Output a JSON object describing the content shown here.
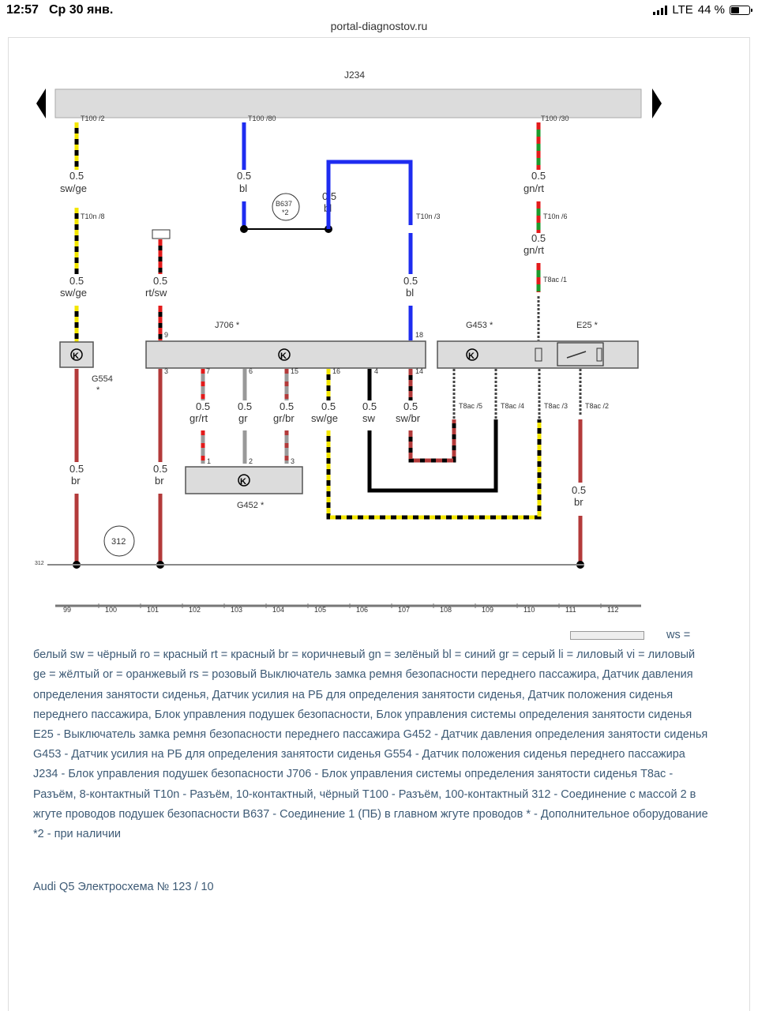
{
  "status_bar": {
    "time": "12:57",
    "date": "Ср 30 янв.",
    "network": "LTE",
    "battery": "44 %"
  },
  "browser": {
    "url": "portal-diagnostov.ru"
  },
  "diagram": {
    "top_unit": "J234",
    "connectors": {
      "t100_2": "T100 /2",
      "t100_80": "T100 /80",
      "t100_30": "T100 /30",
      "t10n_8": "T10n /8",
      "t10n_3": "T10n /3",
      "t10n_6": "T10n /6",
      "t8ac_1": "T8ac /1",
      "t8ac_5": "T8ac /5",
      "t8ac_4": "T8ac /4",
      "t8ac_3": "T8ac /3",
      "t8ac_2": "T8ac /2"
    },
    "wires": {
      "sw_ge_top": [
        "0.5",
        "sw/ge"
      ],
      "bl_top": [
        "0.5",
        "bl"
      ],
      "bl_mid": [
        "0.5",
        "bl"
      ],
      "gn_rt_top": [
        "0.5",
        "gn/rt"
      ],
      "gn_rt_mid": [
        "0.5",
        "gn/rt"
      ],
      "sw_ge_mid": [
        "0.5",
        "sw/ge"
      ],
      "rt_sw": [
        "0.5",
        "rt/sw"
      ],
      "bl_low": [
        "0.5",
        "bl"
      ],
      "gr_rt": [
        "0.5",
        "gr/rt"
      ],
      "gr": [
        "0.5",
        "gr"
      ],
      "gr_br": [
        "0.5",
        "gr/br"
      ],
      "sw_ge_low": [
        "0.5",
        "sw/ge"
      ],
      "sw": [
        "0.5",
        "sw"
      ],
      "sw_br": [
        "0.5",
        "sw/br"
      ],
      "br_1": [
        "0.5",
        "br"
      ],
      "br_2": [
        "0.5",
        "br"
      ],
      "br_3": [
        "0.5",
        "br"
      ]
    },
    "splice": [
      "B637",
      "*2"
    ],
    "modules": {
      "j706": "J706 *",
      "g453": "G453 *",
      "e25": "E25 *",
      "g554": "G554",
      "g554_star": "*",
      "g452": "G452 *"
    },
    "k_symbol": "K",
    "pins": {
      "p9": "9",
      "p18": "18",
      "p3": "3",
      "p7": "7",
      "p6": "6",
      "p15": "15",
      "p16": "16",
      "p4": "4",
      "p14": "14",
      "p1": "1",
      "p2": "2",
      "p3b": "3"
    },
    "ground_circle": "312",
    "ground_label": "312",
    "grid_numbers": [
      "99",
      "100",
      "101",
      "102",
      "103",
      "104",
      "105",
      "106",
      "107",
      "108",
      "109",
      "110",
      "111",
      "112"
    ]
  },
  "legend": {
    "text": "ws = белый sw = чёрный ro = красный rt = красный br = коричневый gn = зелёный bl = синий gr = серый li = лиловый vi = лиловый ge = жёлтый or = оранжевый rs = розовый Выключатель замка ремня безопасности переднего пассажира, Датчик давления определения занятости сиденья, Датчик усилия на РБ для определения занятости сиденья, Датчик положения сиденья переднего пассажира, Блок управления подушек безопасности, Блок управления системы определения занятости сиденья E25 - Выключатель замка ремня безопасности переднего пассажира G452 - Датчик давления определения занятости сиденья G453 - Датчик усилия на РБ для определения занятости сиденья G554 - Датчик положения сиденья переднего пассажира J234 - Блок управления подушек безопасности J706 - Блок управления системы определения занятости сиденья T8ac - Разъём, 8-контактный T10n - Разъём, 10-контактный, чёрный T100 - Разъём, 100-контактный 312 - Соединение с массой 2 в жгуте проводов подушек безопасности B637 - Соединение 1 (ПБ) в главном жгуте проводов * - Дополнительное оборудование *2 - при наличии"
  },
  "footer": {
    "text": "Audi Q5 Электросхема № 123 / 10"
  }
}
